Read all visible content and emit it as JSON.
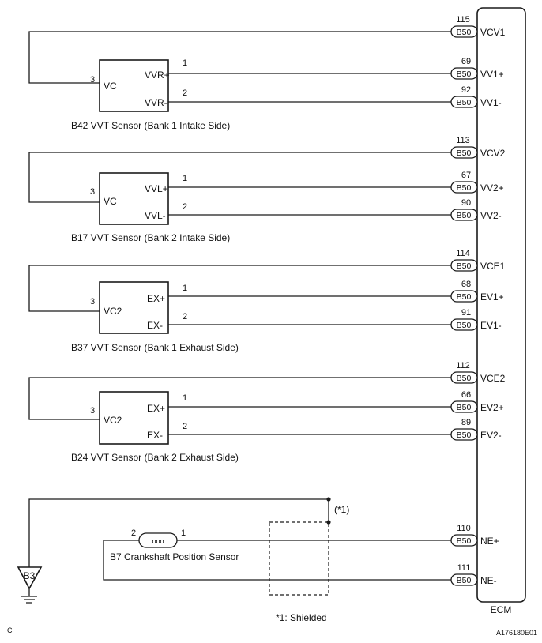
{
  "ecm": {
    "label": "ECM"
  },
  "connector_label": "B50",
  "sensors": [
    {
      "caption": "B42 VVT Sensor (Bank 1 Intake Side)",
      "vc_label": "VC",
      "vc_pin": "3",
      "sig_pos_label": "VVR+",
      "sig_pos_pin": "1",
      "sig_neg_label": "VVR-",
      "sig_neg_pin": "2",
      "ecm_vc_num": "115",
      "ecm_vc_name": "VCV1",
      "ecm_pos_num": "69",
      "ecm_pos_name": "VV1+",
      "ecm_neg_num": "92",
      "ecm_neg_name": "VV1-"
    },
    {
      "caption": "B17 VVT Sensor (Bank 2 Intake Side)",
      "vc_label": "VC",
      "vc_pin": "3",
      "sig_pos_label": "VVL+",
      "sig_pos_pin": "1",
      "sig_neg_label": "VVL-",
      "sig_neg_pin": "2",
      "ecm_vc_num": "113",
      "ecm_vc_name": "VCV2",
      "ecm_pos_num": "67",
      "ecm_pos_name": "VV2+",
      "ecm_neg_num": "90",
      "ecm_neg_name": "VV2-"
    },
    {
      "caption": "B37 VVT Sensor (Bank 1 Exhaust Side)",
      "vc_label": "VC2",
      "vc_pin": "3",
      "sig_pos_label": "EX+",
      "sig_pos_pin": "1",
      "sig_neg_label": "EX-",
      "sig_neg_pin": "2",
      "ecm_vc_num": "114",
      "ecm_vc_name": "VCE1",
      "ecm_pos_num": "68",
      "ecm_pos_name": "EV1+",
      "ecm_neg_num": "91",
      "ecm_neg_name": "EV1-"
    },
    {
      "caption": "B24 VVT Sensor (Bank 2 Exhaust Side)",
      "vc_label": "VC2",
      "vc_pin": "3",
      "sig_pos_label": "EX+",
      "sig_pos_pin": "1",
      "sig_neg_label": "EX-",
      "sig_neg_pin": "2",
      "ecm_vc_num": "112",
      "ecm_vc_name": "VCE2",
      "ecm_pos_num": "66",
      "ecm_pos_name": "EV2+",
      "ecm_neg_num": "89",
      "ecm_neg_name": "EV2-"
    }
  ],
  "crank": {
    "caption": "B7 Crankshaft Position Sensor",
    "coil_symbol": "ooo",
    "pin_left": "2",
    "pin_right": "1",
    "ecm_pos_num": "110",
    "ecm_pos_name": "NE+",
    "ecm_neg_num": "111",
    "ecm_neg_name": "NE-"
  },
  "ground": {
    "label": "B3"
  },
  "shield": {
    "marker": "(*1)",
    "note": "*1: Shielded"
  },
  "footer": {
    "left": "C",
    "right": "A176180E01"
  }
}
